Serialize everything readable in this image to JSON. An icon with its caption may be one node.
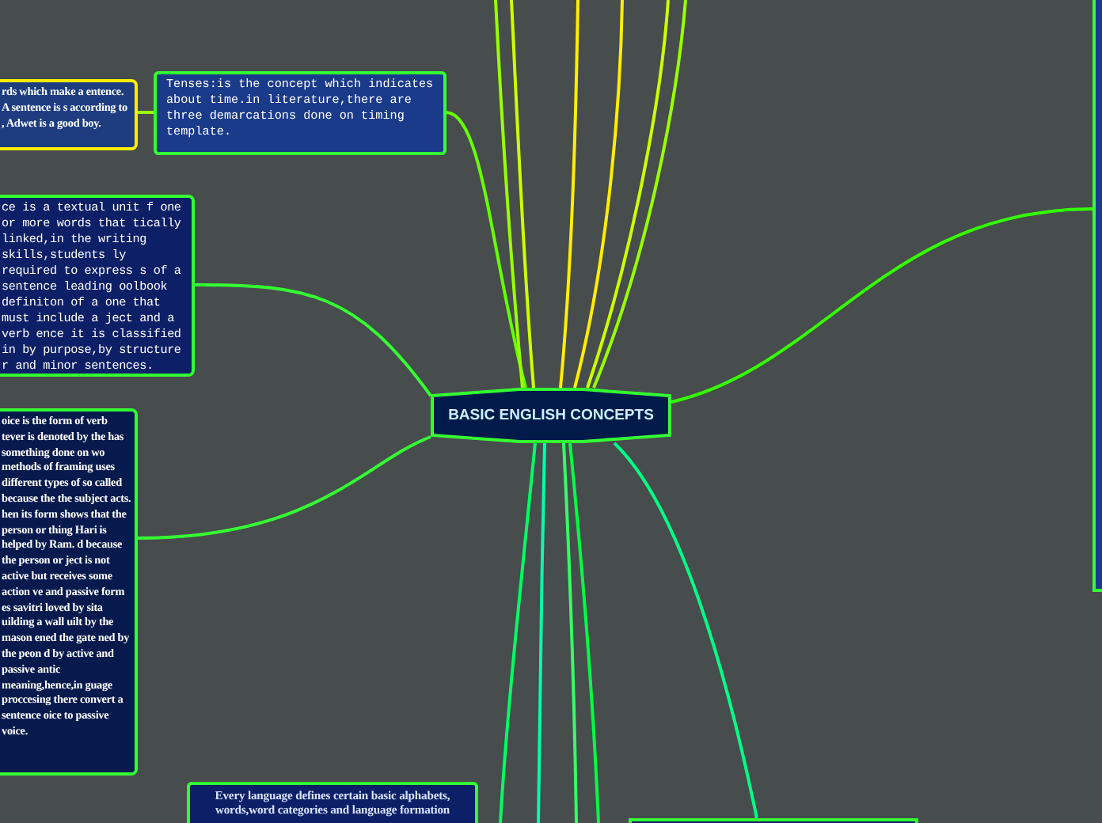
{
  "diagram": {
    "nodes": [
      {
        "text": [
          "BASIC ENGLISH CONCEPTS"
        ]
      },
      {
        "text": [
          "rds which make a entence. A sentence is s according to , Adwet is a good boy."
        ]
      },
      {
        "text": [
          "Tenses:is the concept which indicates about time.in literature,there are three demarcations done on timing template."
        ]
      },
      {
        "text": [
          "ce is a textual unit f one or more words that tically linked,in the writing skills,students ly required to express s of a sentence leading oolbook definiton of a one that must include a ject and a verb ence it is classified in by purpose,by structure r and minor sentences."
        ]
      },
      {
        "text": [
          "oice is the form of verb tever is denoted by the has something done on wo methods of framing uses different types of so called because the the subject acts. hen its form shows that the person or thing Hari is helped by Ram. d because the person or ject is not active but receives some action ve and passive form es savitri loved by sita uilding a wall uilt by the mason ened the gate ned by the peon d by active and passive antic meaning,hence,in guage proccesing there convert a sentence oice to passive voice."
        ]
      },
      {
        "text": [
          "Every language defines certain basic alphabets, words,word categories and language formation"
        ]
      },
      {
        "text": [],
        "shape": "box"
      },
      {
        "text": [],
        "shape": "box"
      }
    ],
    "edges": [
      {
        "from": 0,
        "to": 2,
        "arrow": "none",
        "color": "#66ff00"
      },
      {
        "from": 2,
        "to": 1,
        "arrow": "none",
        "color": "#99ff00"
      },
      {
        "from": 0,
        "to": 3,
        "arrow": "none",
        "color": "#33ff33"
      },
      {
        "from": 0,
        "to": 4,
        "arrow": "none",
        "color": "#33ff33"
      },
      {
        "from": 0,
        "to": 7,
        "arrow": "none",
        "color": "#33ff00"
      },
      {
        "from": 0,
        "to": 6,
        "arrow": "none",
        "color": "#00ff88"
      },
      {
        "from": 0,
        "to": null,
        "arrow": "none",
        "color": "#99ff00"
      },
      {
        "from": 0,
        "to": null,
        "arrow": "none",
        "color": "#ccff00"
      },
      {
        "from": 0,
        "to": null,
        "arrow": "none",
        "color": "#ffee00"
      },
      {
        "from": 0,
        "to": null,
        "arrow": "none",
        "color": "#ffee00"
      },
      {
        "from": 0,
        "to": null,
        "arrow": "none",
        "color": "#ccff00"
      },
      {
        "from": 0,
        "to": null,
        "arrow": "none",
        "color": "#99ff00"
      },
      {
        "from": 0,
        "to": null,
        "arrow": "none",
        "color": "#00ff66"
      },
      {
        "from": 0,
        "to": null,
        "arrow": "none",
        "color": "#00ffaa"
      },
      {
        "from": 0,
        "to": null,
        "arrow": "none",
        "color": "#33ff66"
      },
      {
        "from": 0,
        "to": null,
        "arrow": "none",
        "color": "#00ff44"
      }
    ]
  }
}
